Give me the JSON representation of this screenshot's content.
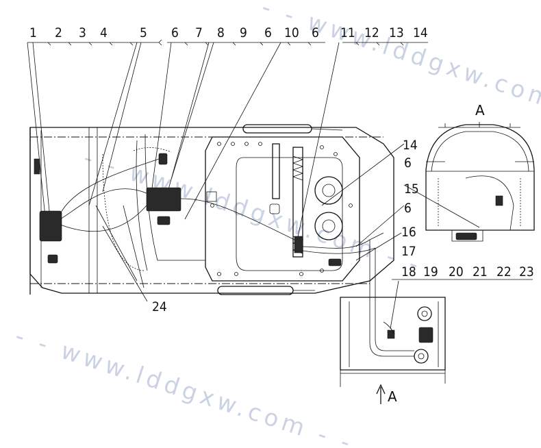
{
  "diagram": {
    "callouts": [
      "1",
      "2",
      "3",
      "4",
      "5",
      "6",
      "7",
      "8",
      "9",
      "6",
      "10",
      "6",
      "11",
      "12",
      "13",
      "14",
      "14",
      "6",
      "15",
      "6",
      "16",
      "17",
      "18",
      "19",
      "20",
      "21",
      "22",
      "23",
      "24"
    ],
    "view_label_top": "A",
    "view_label_bottom": "A",
    "watermark": "- - www.lddgxw.com - -"
  }
}
